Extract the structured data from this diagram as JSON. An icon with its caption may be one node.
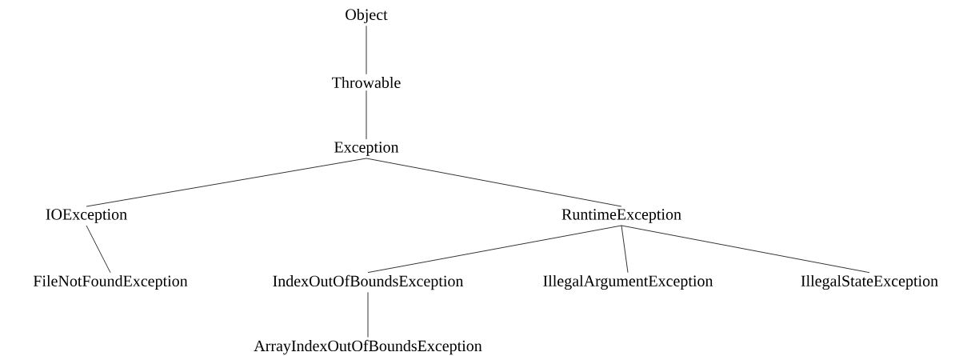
{
  "diagram": {
    "nodes": [
      {
        "text": [
          "Object"
        ]
      },
      {
        "text": [
          "Throwable"
        ]
      },
      {
        "text": [
          "Exception"
        ]
      },
      {
        "text": [
          "IOException"
        ]
      },
      {
        "text": [
          "RuntimeException"
        ]
      },
      {
        "text": [
          "FileNotFoundException"
        ]
      },
      {
        "text": [
          "IndexOutOfBoundsException"
        ]
      },
      {
        "text": [
          "IllegalArgumentException"
        ]
      },
      {
        "text": [
          "IllegalStateException"
        ]
      },
      {
        "text": [
          "ArrayIndexOutOfBoundsException"
        ]
      }
    ],
    "edges": [
      {
        "from": 0,
        "to": 1,
        "arrow": "none"
      },
      {
        "from": 1,
        "to": 2,
        "arrow": "none"
      },
      {
        "from": 2,
        "to": 3,
        "arrow": "none"
      },
      {
        "from": 2,
        "to": 4,
        "arrow": "none"
      },
      {
        "from": 3,
        "to": 5,
        "arrow": "none"
      },
      {
        "from": 4,
        "to": 6,
        "arrow": "none"
      },
      {
        "from": 4,
        "to": 7,
        "arrow": "none"
      },
      {
        "from": 4,
        "to": 8,
        "arrow": "none"
      },
      {
        "from": 6,
        "to": 9,
        "arrow": "none"
      }
    ]
  }
}
